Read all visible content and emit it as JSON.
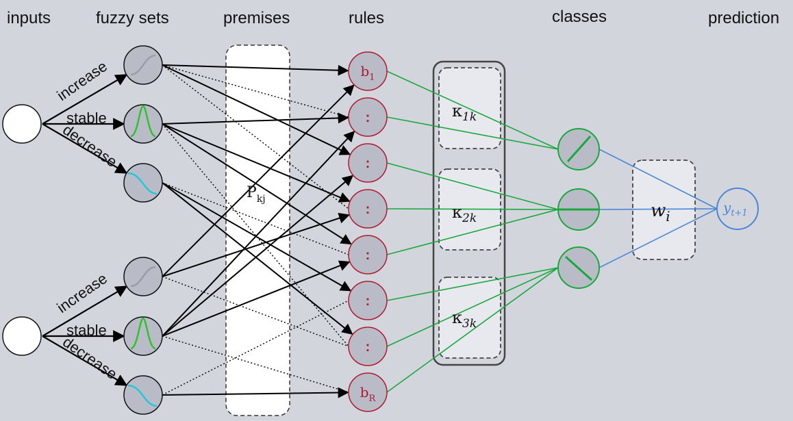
{
  "headers": {
    "inputs": "inputs",
    "fuzzy_sets": "fuzzy sets",
    "premises": "premises",
    "rules": "rules",
    "classes": "classes",
    "prediction": "prediction"
  },
  "membership_labels": [
    "increase",
    "stable",
    "decrease"
  ],
  "premise_label": {
    "base": "P",
    "sub": "kj"
  },
  "rules": {
    "first": {
      "base": "b",
      "sub": "1"
    },
    "ellipsis": ":",
    "last": {
      "base": "b",
      "sub": "R"
    }
  },
  "class_blocks": [
    {
      "base": "κ",
      "sub": "1k"
    },
    {
      "base": "κ",
      "sub": "2k"
    },
    {
      "base": "κ",
      "sub": "3k"
    }
  ],
  "weight": "w",
  "weight_sub": "i",
  "output": {
    "base": "y",
    "sub": "t+1"
  },
  "colors": {
    "background": "#d2d5dc",
    "node_fill": "#b9bcc7",
    "rule_stroke": "#b0192c",
    "class_green": "#18a83c",
    "output_blue": "#4a86d8",
    "cyan": "#20c8d8"
  }
}
